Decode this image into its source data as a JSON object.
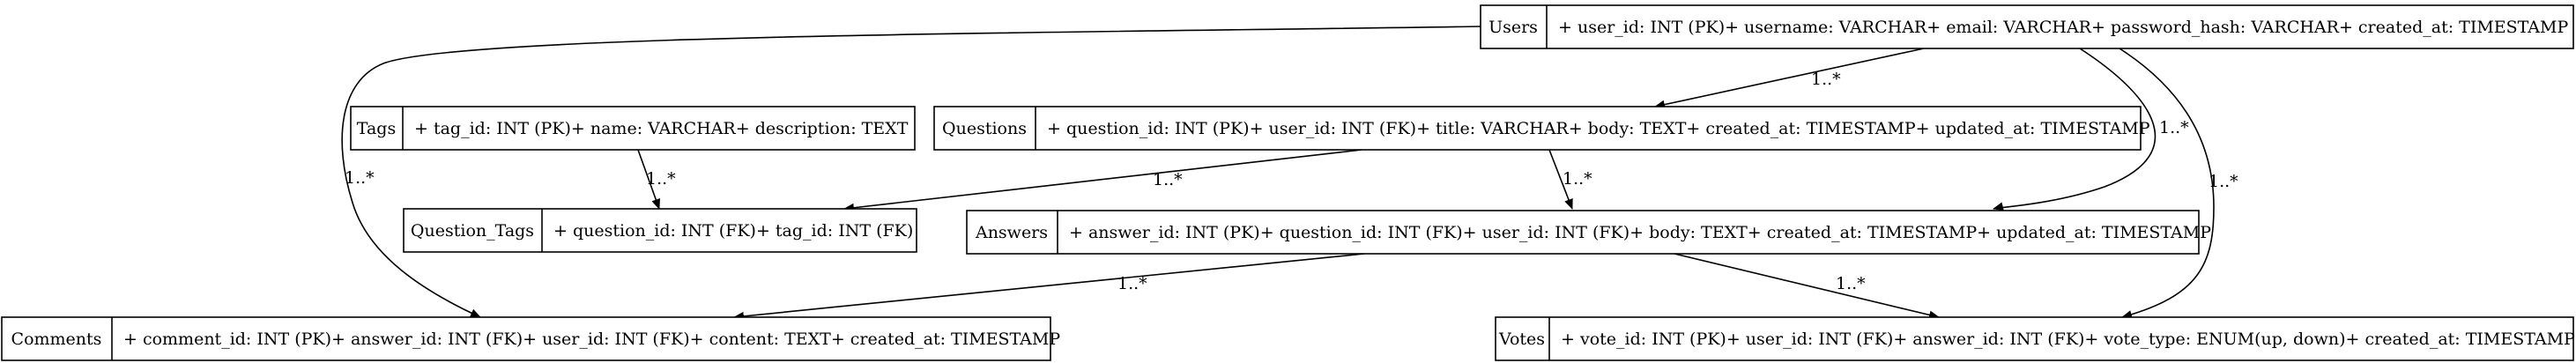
{
  "diagram": {
    "entities": {
      "users": {
        "name": "Users",
        "fields": "+ user_id: INT (PK)+ username: VARCHAR+ email: VARCHAR+ password_hash: VARCHAR+ created_at: TIMESTAMP"
      },
      "tags": {
        "name": "Tags",
        "fields": "+ tag_id: INT (PK)+ name: VARCHAR+ description: TEXT"
      },
      "questions": {
        "name": "Questions",
        "fields": "+ question_id: INT (PK)+ user_id: INT (FK)+ title: VARCHAR+ body: TEXT+ created_at: TIMESTAMP+ updated_at: TIMESTAMP"
      },
      "question_tags": {
        "name": "Question_Tags",
        "fields": "+ question_id: INT (FK)+ tag_id: INT (FK)"
      },
      "answers": {
        "name": "Answers",
        "fields": "+ answer_id: INT (PK)+ question_id: INT (FK)+ user_id: INT (FK)+ body: TEXT+ created_at: TIMESTAMP+ updated_at: TIMESTAMP"
      },
      "comments": {
        "name": "Comments",
        "fields": "+ comment_id: INT (PK)+ answer_id: INT (FK)+ user_id: INT (FK)+ content: TEXT+ created_at: TIMESTAMP"
      },
      "votes": {
        "name": "Votes",
        "fields": "+ vote_id: INT (PK)+ user_id: INT (FK)+ answer_id: INT (FK)+ vote_type: ENUM(up, down)+ created_at: TIMESTAMP"
      }
    },
    "relationships": {
      "users_questions": {
        "from": "Users",
        "to": "Questions",
        "label": "1..*"
      },
      "users_answers": {
        "from": "Users",
        "to": "Answers",
        "label": "1..*"
      },
      "users_comments": {
        "from": "Users",
        "to": "Comments",
        "label": "1..*"
      },
      "users_votes": {
        "from": "Users",
        "to": "Votes",
        "label": "1..*"
      },
      "tags_question_tags": {
        "from": "Tags",
        "to": "Question_Tags",
        "label": "1..*"
      },
      "questions_question_tags": {
        "from": "Questions",
        "to": "Question_Tags",
        "label": "1..*"
      },
      "questions_answers": {
        "from": "Questions",
        "to": "Answers",
        "label": "1..*"
      },
      "answers_comments": {
        "from": "Answers",
        "to": "Comments",
        "label": "1..*"
      },
      "answers_votes": {
        "from": "Answers",
        "to": "Votes",
        "label": "1..*"
      }
    }
  }
}
